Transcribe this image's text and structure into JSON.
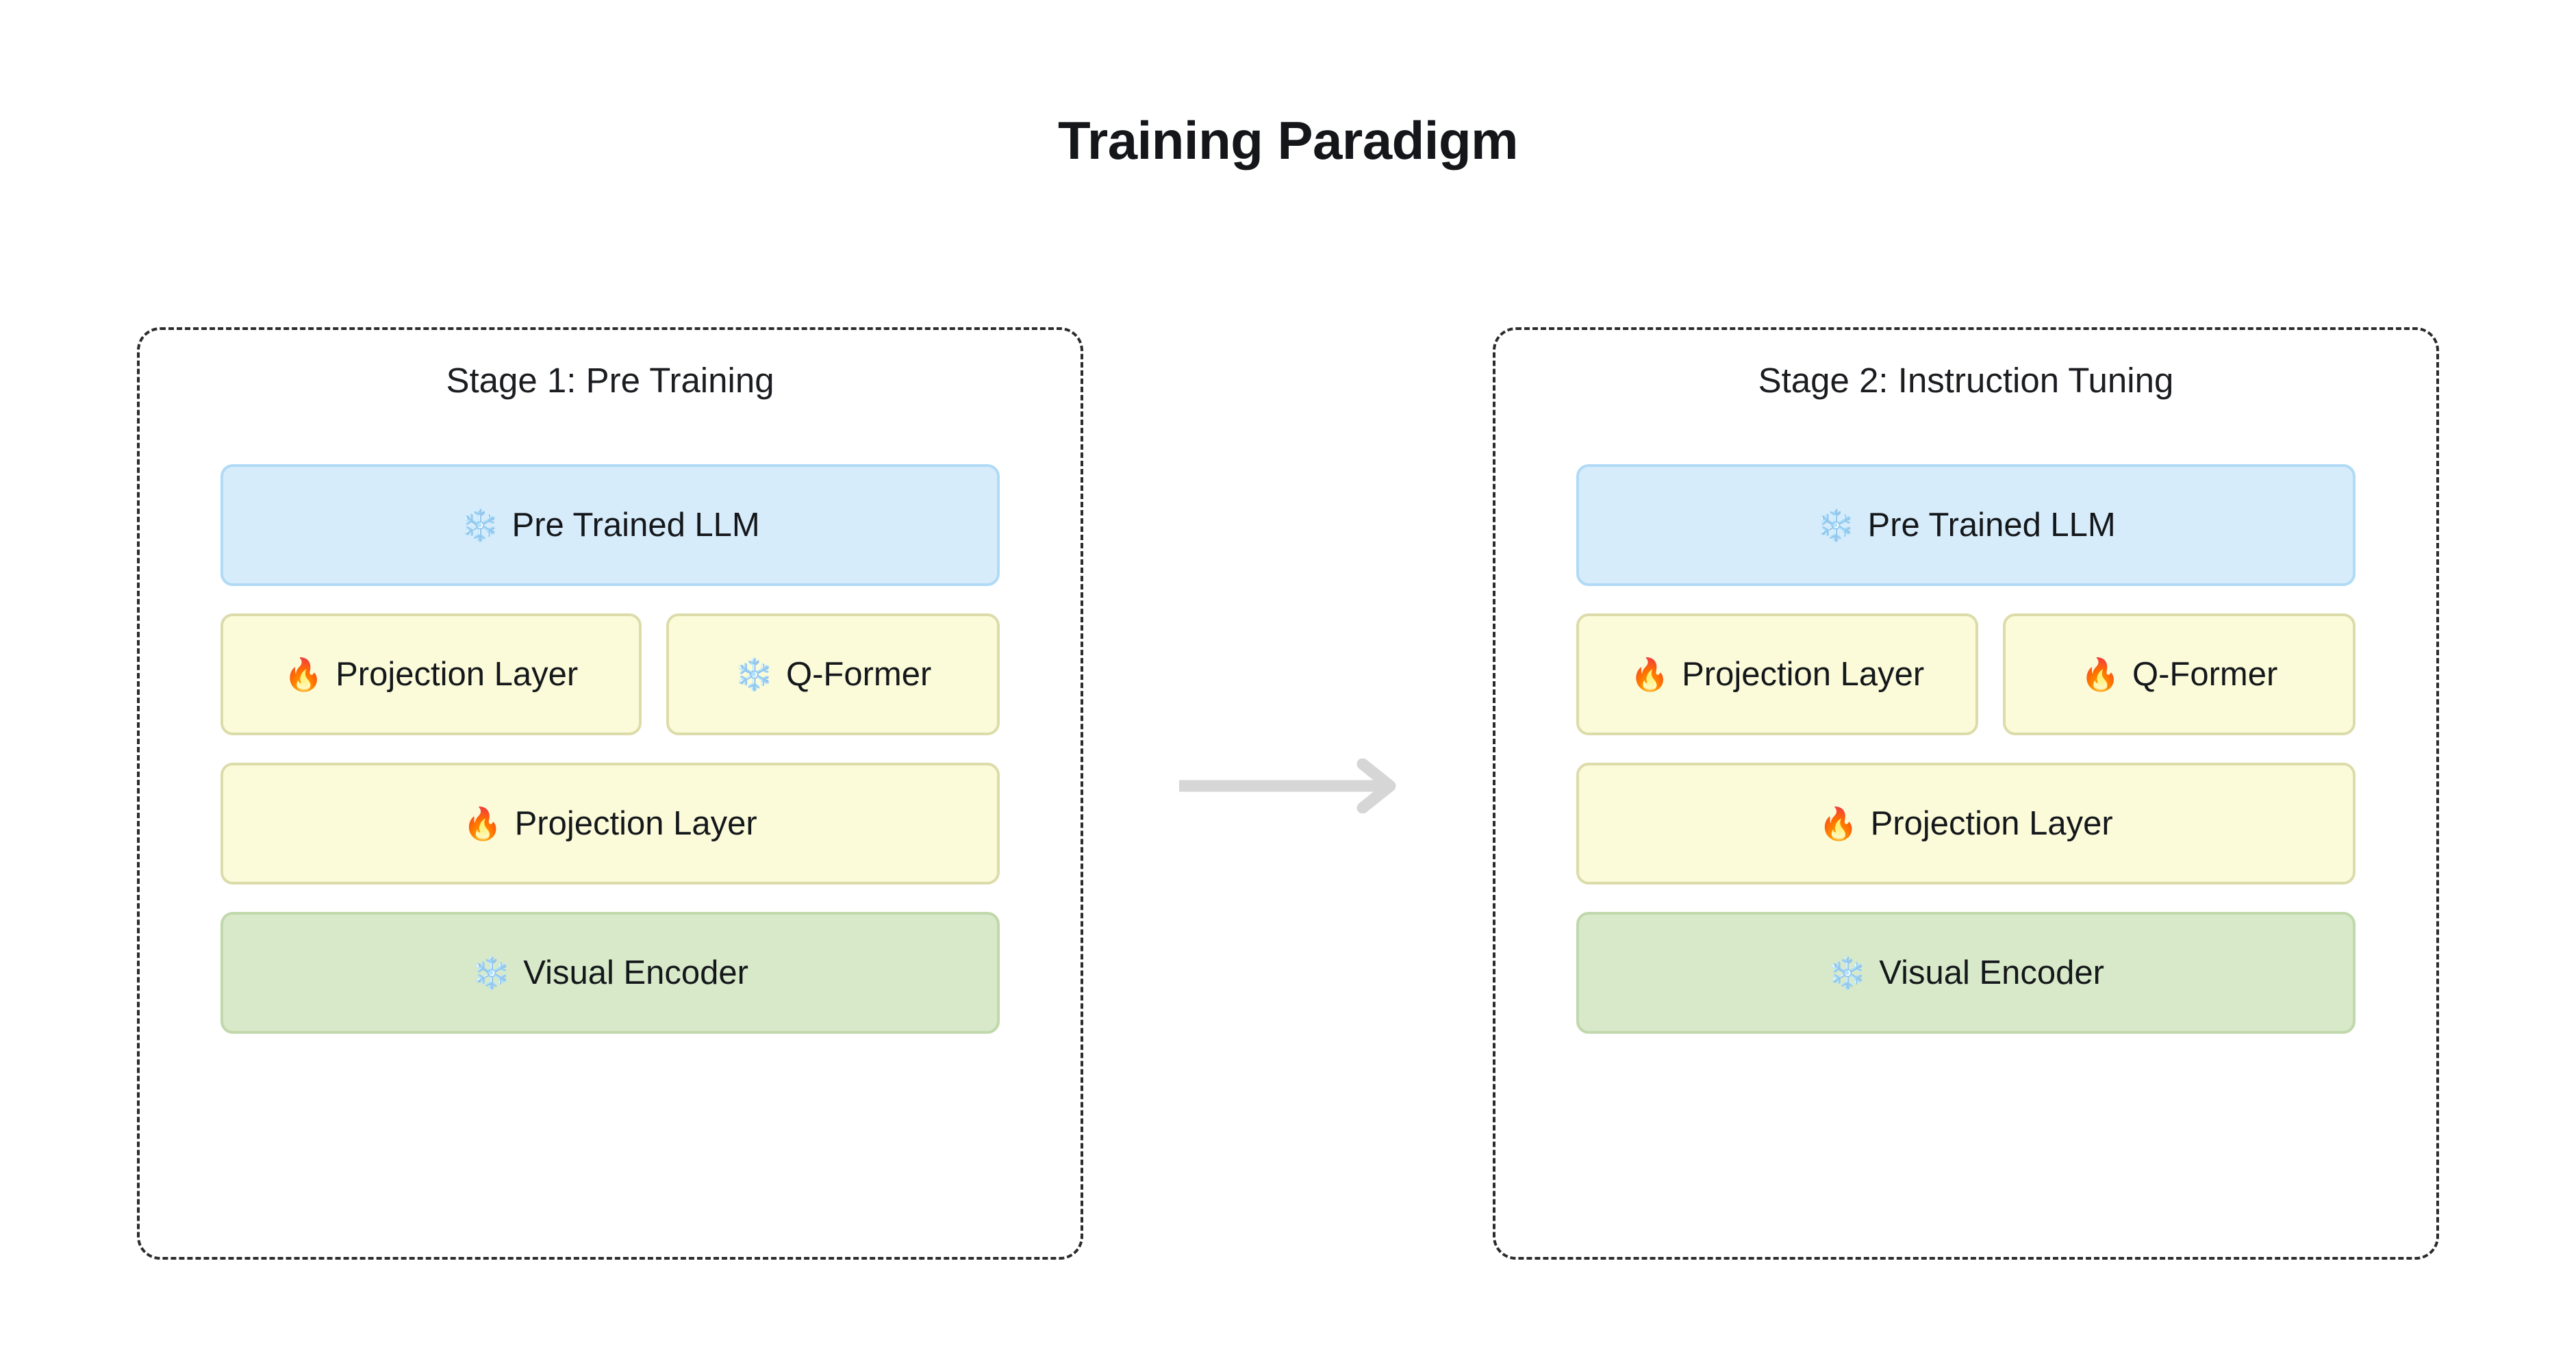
{
  "title": "Training Paradigm",
  "colors": {
    "llm_fill": "#d7ecfb",
    "llm_border": "#b0daf5",
    "projection_fill": "#fbfbd9",
    "projection_border": "#dcdcab",
    "encoder_fill": "#d8e9c9",
    "encoder_border": "#c0d8ac",
    "panel_border": "#2b2b2b",
    "arrow": "#d6d6d6",
    "text": "#15181b",
    "background": "#ffffff"
  },
  "icons": {
    "frozen": "❄️",
    "trainable": "🔥",
    "arrow": "arrow-right-icon"
  },
  "stages": [
    {
      "id": "stage1",
      "title": "Stage 1: Pre Training",
      "rows": [
        {
          "type": "single",
          "blocks": [
            {
              "icon": "❄️",
              "icon_name": "snowflake-icon",
              "state": "frozen",
              "label": "Pre Trained LLM",
              "style": "llm"
            }
          ]
        },
        {
          "type": "split",
          "blocks": [
            {
              "icon": "🔥",
              "icon_name": "fire-icon",
              "state": "trainable",
              "label": "Projection Layer",
              "style": "projection"
            },
            {
              "icon": "❄️",
              "icon_name": "snowflake-icon",
              "state": "frozen",
              "label": "Q-Former",
              "style": "projection"
            }
          ]
        },
        {
          "type": "single",
          "blocks": [
            {
              "icon": "🔥",
              "icon_name": "fire-icon",
              "state": "trainable",
              "label": "Projection Layer",
              "style": "projection"
            }
          ]
        },
        {
          "type": "single",
          "blocks": [
            {
              "icon": "❄️",
              "icon_name": "snowflake-icon",
              "state": "frozen",
              "label": "Visual Encoder",
              "style": "encoder"
            }
          ]
        }
      ]
    },
    {
      "id": "stage2",
      "title": "Stage 2: Instruction Tuning",
      "rows": [
        {
          "type": "single",
          "blocks": [
            {
              "icon": "❄️",
              "icon_name": "snowflake-icon",
              "state": "frozen",
              "label": "Pre Trained LLM",
              "style": "llm"
            }
          ]
        },
        {
          "type": "split",
          "blocks": [
            {
              "icon": "🔥",
              "icon_name": "fire-icon",
              "state": "trainable",
              "label": "Projection Layer",
              "style": "projection"
            },
            {
              "icon": "🔥",
              "icon_name": "fire-icon",
              "state": "trainable",
              "label": "Q-Former",
              "style": "projection"
            }
          ]
        },
        {
          "type": "single",
          "blocks": [
            {
              "icon": "🔥",
              "icon_name": "fire-icon",
              "state": "trainable",
              "label": "Projection Layer",
              "style": "projection"
            }
          ]
        },
        {
          "type": "single",
          "blocks": [
            {
              "icon": "❄️",
              "icon_name": "snowflake-icon",
              "state": "frozen",
              "label": "Visual Encoder",
              "style": "encoder"
            }
          ]
        }
      ]
    }
  ]
}
